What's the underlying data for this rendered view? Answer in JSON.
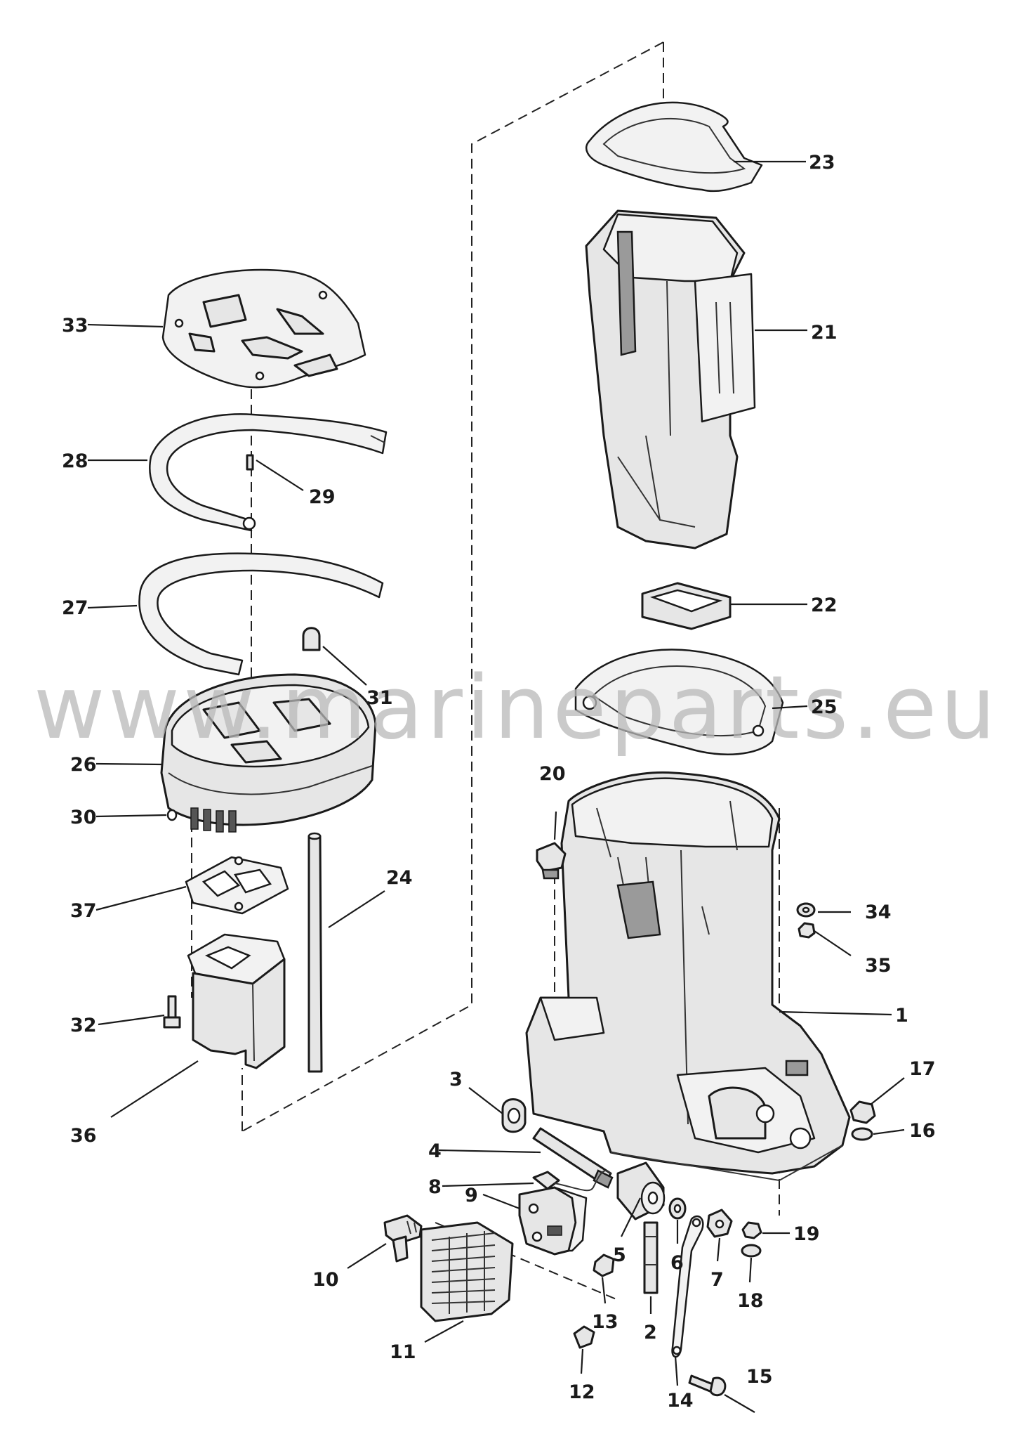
{
  "watermark": "www.marineparts.eu",
  "callouts": {
    "c1": "1",
    "c2": "2",
    "c3": "3",
    "c4": "4",
    "c5": "5",
    "c6": "6",
    "c7": "7",
    "c8": "8",
    "c9": "9",
    "c10": "10",
    "c11": "11",
    "c12": "12",
    "c13": "13",
    "c14": "14",
    "c15": "15",
    "c16": "16",
    "c17": "17",
    "c18": "18",
    "c19": "19",
    "c20": "20",
    "c21": "21",
    "c22": "22",
    "c23": "23",
    "c24": "24",
    "c25": "25",
    "c26": "26",
    "c27": "27",
    "c28": "28",
    "c29": "29",
    "c30": "30",
    "c31": "31",
    "c32": "32",
    "c33": "33",
    "c34": "34",
    "c35": "35",
    "c36": "36",
    "c37": "37"
  }
}
